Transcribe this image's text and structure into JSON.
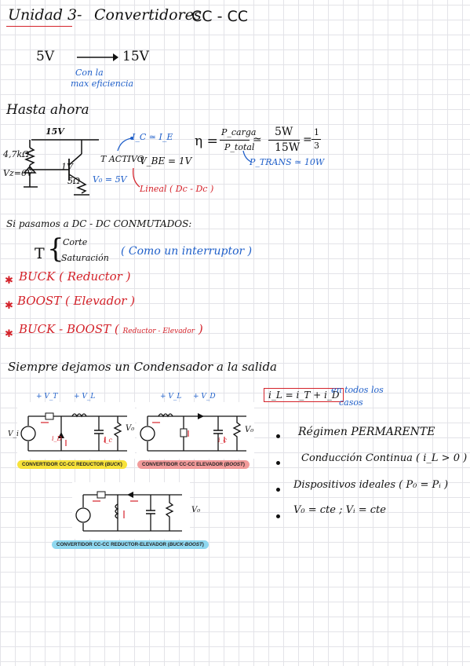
{
  "header": {
    "title": "Unidad 3",
    "dash": "-",
    "subtitle": "Convertidores",
    "subtitle_tag": "CC - CC"
  },
  "intro": {
    "from": "5V",
    "to": "15V",
    "note_line1": "Con la",
    "note_line2": "max eficiencia"
  },
  "section_hasta": {
    "heading": "Hasta ahora",
    "supply": "15V",
    "r_base": "4,7kΩ",
    "zener": "Vz=6V",
    "r_load": "5Ω",
    "vo_label": "V₀ = 5V",
    "vbe_label": "1V",
    "transistor_state": "T ACTIVO",
    "vbe_eq": "V_BE = 1V",
    "ic_ie": "I_C ≃ I_E",
    "lineal": "Lineal ( Dc - Dc )",
    "eta_label": "η =",
    "pcarga": "P_carga",
    "ptotal": "P_total",
    "approx": "≃",
    "num": "5W",
    "den": "15W",
    "equals": "=",
    "frac_num": "1",
    "frac_den": "3",
    "ptrans": "P_TRANS ≃ 10W"
  },
  "section_conmutados": {
    "heading": "Si pasamos a DC - DC CONMUTADOS:",
    "t_label": "T",
    "corte": "Corte",
    "saturacion": "Saturación",
    "interruptor": "( Como un interruptor )",
    "buck": "BUCK ( Reductor )",
    "boost": "BOOST ( Elevador )",
    "buckboost_main": "BUCK - BOOST (",
    "buckboost_small": "Reductor - Elevador",
    "buckboost_end": ")"
  },
  "section_condensador": {
    "heading": "Siempre dejamos un Condensador a la salida",
    "eq": "i_L = i_T + i_D",
    "eq_note_line1": "en todos los",
    "eq_note_line2": "casos",
    "bullets": [
      "Régimen PERMARENTE",
      "Conducción Continua ( i_L > 0 )",
      "Dispositivos ideales ( P₀ = Pᵢ )",
      "V₀ = cte ; Vᵢ = cte"
    ],
    "captions": {
      "buck_prefix": "CONVERTIDOR CC-CC REDUCTOR (",
      "buck_name": "BUCK",
      "boost_prefix": "CONVERTIDOR CC-CC ELEVADOR (",
      "boost_name": "BOOST",
      "bb_prefix": "CONVERTIDOR CC-CC REDUCTOR-ELEVADOR (",
      "bb_name": "BUCK-BOOST",
      "close": ")"
    },
    "circuit_labels": {
      "vt": "+ V_T",
      "vl": "+ V_L",
      "vd": "+ V_D",
      "vi": "V_i",
      "vo": "V₀",
      "il": "i_L",
      "it": "i_T",
      "id": "i_D",
      "ic": "i_c"
    }
  },
  "colors": {
    "ink": "#111111",
    "blue": "#1f5fc9",
    "red": "#d4222a",
    "buck_caption": "#f7e23a",
    "boost_caption": "#f29b9b",
    "bb_caption": "#8fd8f0"
  }
}
